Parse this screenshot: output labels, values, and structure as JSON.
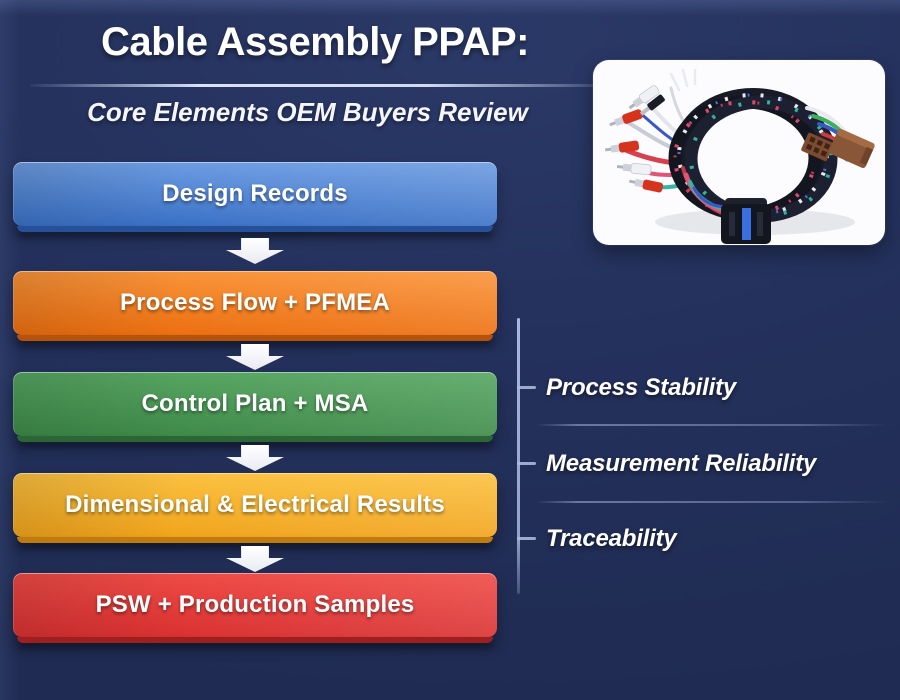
{
  "slide": {
    "title": "Cable Assembly PPAP:",
    "subtitle": "Core Elements OEM Buyers Review"
  },
  "flow": {
    "steps": [
      {
        "label": "Design Records",
        "color_top": "#6d9ce2",
        "color_bottom": "#3a71c6",
        "edge": "#27509a"
      },
      {
        "label": "Process Flow + PFMEA",
        "color_top": "#f9943a",
        "color_bottom": "#ed6f10",
        "edge": "#b5520c"
      },
      {
        "label": "Control Plan + MSA",
        "color_top": "#57a562",
        "color_bottom": "#3e8a49",
        "edge": "#2c6636"
      },
      {
        "label": "Dimensional & Electrical Results",
        "color_top": "#fbc140",
        "color_bottom": "#f1a41c",
        "edge": "#c07b10"
      },
      {
        "label": "PSW + Production Samples",
        "color_top": "#ef4b46",
        "color_bottom": "#d93131",
        "edge": "#9e1f1f"
      }
    ]
  },
  "benefits": {
    "items": [
      {
        "label": "Process Stability"
      },
      {
        "label": "Measurement Reliability"
      },
      {
        "label": "Traceability"
      }
    ]
  },
  "photo": {
    "name": "cable-assembly-wire-harness"
  },
  "colors": {
    "background": "#22305a",
    "bracket_line": "#b2bfe4",
    "arrow": "#ffffff",
    "text": "#ffffff"
  }
}
